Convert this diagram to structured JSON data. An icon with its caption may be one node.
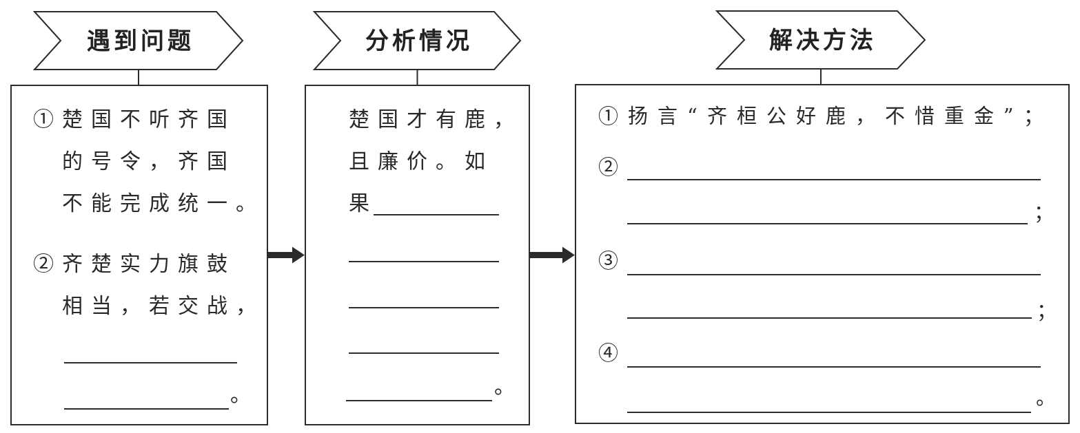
{
  "diagram": {
    "nodes": [
      {
        "text": [
          "遇到问题"
        ]
      },
      {
        "text": [
          "①楚国不听齐国的号令，齐国不能完成统一。",
          "②齐楚实力旗鼓相当，若交战，",
          "。"
        ]
      },
      {
        "text": [
          "分析情况"
        ]
      },
      {
        "text": [
          "楚国才有鹿，且廉价。如果",
          "。"
        ]
      },
      {
        "text": [
          "解决方法"
        ]
      },
      {
        "text": [
          "①扬言“齐桓公好鹿，不惜重金”；",
          "②",
          "；",
          "③",
          "；",
          "④",
          "。"
        ]
      }
    ],
    "edges": [
      {
        "from": 0,
        "to": 1,
        "arrow": "none"
      },
      {
        "from": 2,
        "to": 3,
        "arrow": "none"
      },
      {
        "from": 4,
        "to": 5,
        "arrow": "none"
      },
      {
        "from": 1,
        "to": 3,
        "arrow": "to",
        "style": "thick"
      },
      {
        "from": 3,
        "to": 5,
        "arrow": "to",
        "style": "thick"
      }
    ]
  }
}
